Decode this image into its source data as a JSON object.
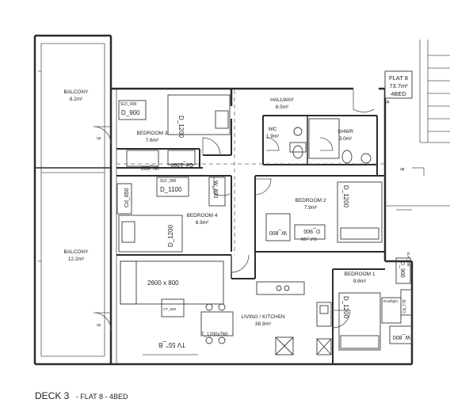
{
  "caption": {
    "deck": "DECK 3",
    "rest": "- FLAT 8 - 4BED"
  },
  "flat_box": {
    "line1": "FLAT 8",
    "line2": "73.7m²",
    "line3": "4BED"
  },
  "rooms": {
    "balcony_top": {
      "name": "BALCONY",
      "area": "8.2m²"
    },
    "balcony_bottom": {
      "name": "BALCONY",
      "area": "12.2m²"
    },
    "hallway": {
      "name": "HALLWAY",
      "area": "8.5m²"
    },
    "wc": {
      "name": "WC",
      "area": "1.9m²"
    },
    "shwr": {
      "name": "SHWR",
      "area": "3.0m²"
    },
    "bedroom3": {
      "name": "BEDROOM 3",
      "area": "7.6m²"
    },
    "bedroom4": {
      "name": "BEDROOM 4",
      "area": "8.9m²"
    },
    "bedroom2": {
      "name": "BEDROOM 2",
      "area": "7.9m²"
    },
    "bedroom1": {
      "name": "BEDROOM 1",
      "area": "9.8m²"
    },
    "living": {
      "name": "LIVING / KITCHEN",
      "area": "38.9m²"
    }
  },
  "furniture": {
    "b3_slf": "SLF_600",
    "b3_d900": "D_900",
    "b3_d1200": "D_1200",
    "b3_w800": "W_800",
    "b3_cd1200": "Cd_1200",
    "b4_slf": "SLF_900",
    "b4_d1100": "D_1100",
    "b4_w800": "W_800",
    "b4_cd850": "Cd_850",
    "b4_d1200": "D_1200",
    "b2_d1200": "D_1200",
    "b2_w800": "W_800",
    "b2_d900": "D_900",
    "b2_slf": "SLF_600",
    "b1_d900": "D_900",
    "b1_d1200": "D_1200",
    "b1_w800": "W_800",
    "b1_cd": "Cd_778",
    "b1_slf": "SLF_600",
    "b1_rooflight": "Rooflight",
    "sofa": "2600 x 800",
    "ct": "CT_500",
    "table": "T_1200x760",
    "tv": "TV 55\"_B",
    "up1": "up",
    "up2": "up",
    "cp1": "cp",
    "cp2": "cp"
  }
}
